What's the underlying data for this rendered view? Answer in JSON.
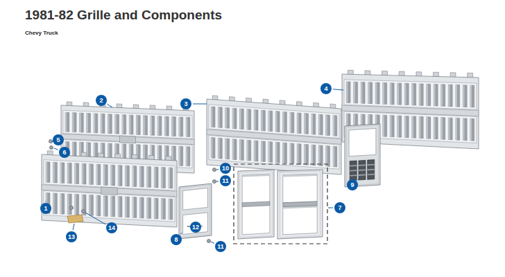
{
  "diagram": {
    "title": "1981-82 Grille and Components",
    "labels": [
      "Chevy Truck",
      "1",
      "2",
      "3",
      "4",
      "5",
      "6",
      "7",
      "8",
      "9",
      "10",
      "11",
      "11",
      "12",
      "13",
      "14"
    ]
  }
}
